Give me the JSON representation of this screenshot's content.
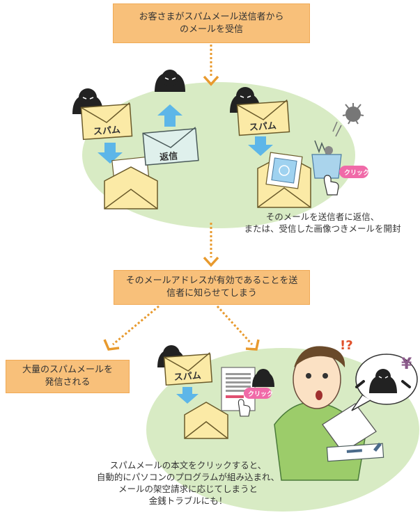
{
  "colors": {
    "box_fill": "#f8c07a",
    "ellipse": "#d8ebc4",
    "arrow_dashed": "#e89a2e",
    "arrow_blue": "#5db6e8",
    "envelope": "#fbeaa6",
    "click_badge": "#f06aa8"
  },
  "boxes": {
    "top": "お客さまがスパムメール送信者からのメールを受信",
    "middle": "そのメールアドレスが有効であることを送信者に知らせてしまう",
    "left_result": "大量のスパムメールを発信される"
  },
  "captions": {
    "action_line1": "そのメールを送信者に返信、",
    "action_line2": "または、受信した画像つきメールを開封",
    "bottom_line1": "スパムメールの本文をクリックすると、",
    "bottom_line2": "自動的にパソコンのプログラムが組み込まれ、",
    "bottom_line3": "メールの架空請求に応じてしまうと",
    "bottom_line4": "金銭トラブルにも！"
  },
  "labels": {
    "spam": "スパム",
    "reply": "返信",
    "click": "クリック",
    "surprise": "!?",
    "yen": "¥"
  },
  "icons": [
    "hacker-icon",
    "spam-envelope-icon",
    "open-envelope-icon",
    "reply-envelope-icon",
    "image-icon",
    "trash-bin-icon",
    "hand-cursor-icon",
    "virus-icon",
    "document-icon",
    "surprised-man-icon",
    "speech-bubble-icon",
    "payment-slip-icon"
  ]
}
